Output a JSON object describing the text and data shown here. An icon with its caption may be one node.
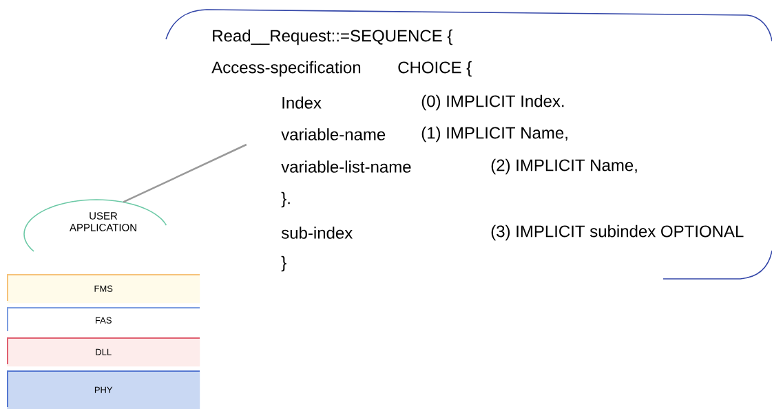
{
  "diagram": {
    "nodes": [
      {
        "text": [
          "Read__Request::=SEQUENCE {",
          "Access-specification",
          "CHOICE {",
          "Index",
          "(0) IMPLICIT Index.",
          "variable-name",
          "(1) IMPLICIT Name,",
          "variable-list-name",
          "(2) IMPLICIT Name,",
          "}.",
          "sub-index",
          "(3) IMPLICIT subindex OPTIONAL",
          "}"
        ]
      },
      {
        "text": [
          "USER APPLICATION"
        ]
      },
      {
        "text": [
          "FMS"
        ]
      },
      {
        "text": [
          "FAS"
        ]
      },
      {
        "text": [
          "DLL"
        ]
      },
      {
        "text": [
          "PHY"
        ]
      }
    ],
    "edges": [
      {
        "from": 1,
        "to": 0,
        "arrow": "none"
      }
    ]
  }
}
